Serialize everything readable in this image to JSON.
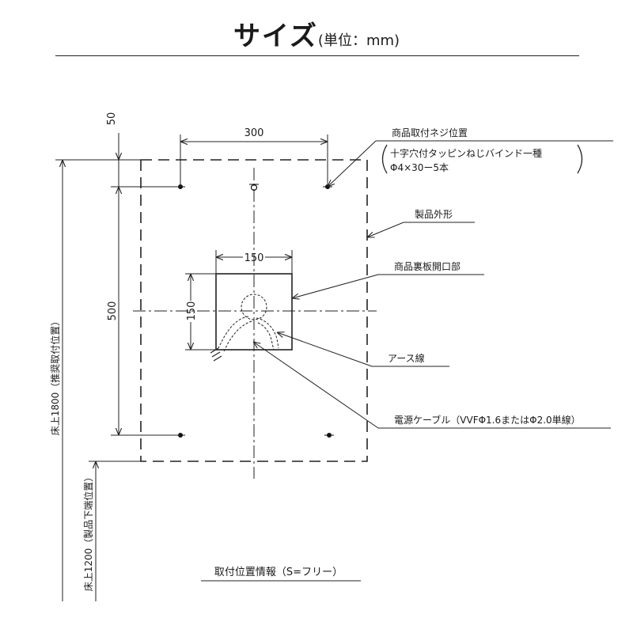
{
  "header": {
    "title": "サイズ",
    "unit": "(単位：mm)"
  },
  "dimensions": {
    "top_offset": "50",
    "width_mount": "300",
    "height_mount": "500",
    "opening_width": "150",
    "opening_height": "150"
  },
  "callouts": {
    "screw_position": "商品取付ネジ位置",
    "screw_spec_line1": "十字穴付タッピンねじバインド一種",
    "screw_spec_line2": "Φ4×30ー5本",
    "product_outline": "製品外形",
    "back_opening": "商品裏板開口部",
    "earth_wire": "アース線",
    "power_cable": "電源ケーブル（VVFΦ1.6またはΦ2.0単線）"
  },
  "vertical_labels": {
    "floor_1800": "床上1800（推奨取付位置）",
    "floor_1200": "床上1200（製品下端位置）"
  },
  "footer": {
    "mounting_info": "取付位置情報（S=フリー）"
  }
}
